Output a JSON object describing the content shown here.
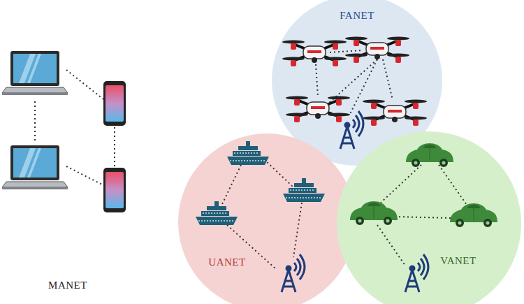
{
  "diagram": {
    "nodes": [
      {
        "text": [
          "FANET"
        ]
      },
      {
        "text": [
          "UANET"
        ]
      },
      {
        "text": [
          "VANET"
        ]
      }
    ],
    "labels": [
      "MANET"
    ]
  }
}
